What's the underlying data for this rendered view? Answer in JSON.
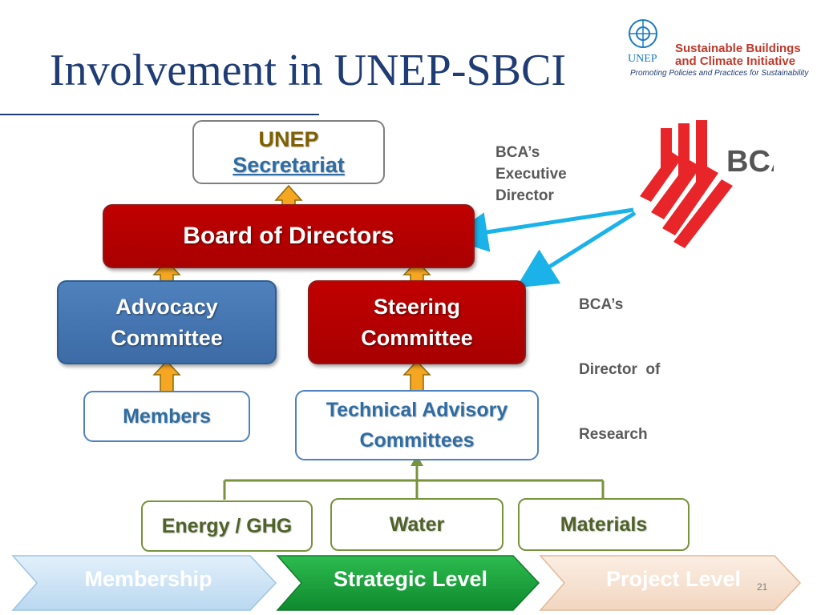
{
  "title": "Involvement in UNEP-SBCI",
  "logo": {
    "line1": "Sustainable Buildings",
    "line2": "and Climate Initiative",
    "tagline": "Promoting Policies and Practices for Sustainability",
    "org": "UNEP",
    "bca_mark": "BCA"
  },
  "org_chart": {
    "secretariat": {
      "line1": "UNEP",
      "line2": "Secretariat"
    },
    "board": "Board of Directors",
    "advocacy": {
      "line1": "Advocacy",
      "line2": "Committee"
    },
    "steering": {
      "line1": "Steering",
      "line2": "Committee"
    },
    "members": "Members",
    "tac": {
      "line1": "Technical Advisory",
      "line2": "Committees"
    },
    "sub": [
      "Energy / GHG",
      "Water",
      "Materials"
    ]
  },
  "annotations": {
    "exec_director": [
      "BCA’s",
      "Executive",
      "Director"
    ],
    "research_director": [
      "BCA’s",
      "Director  of",
      "Research"
    ]
  },
  "levels": [
    "Membership",
    "Strategic Level",
    "Project Level"
  ],
  "slide_number": "21",
  "colors": {
    "title": "#1f3c74",
    "red_box": "#c00000",
    "blue_box": "#4f81bd",
    "arrow_up": "#f5a623",
    "bca_arrow": "#1ab2e8",
    "green": "#77933c"
  }
}
